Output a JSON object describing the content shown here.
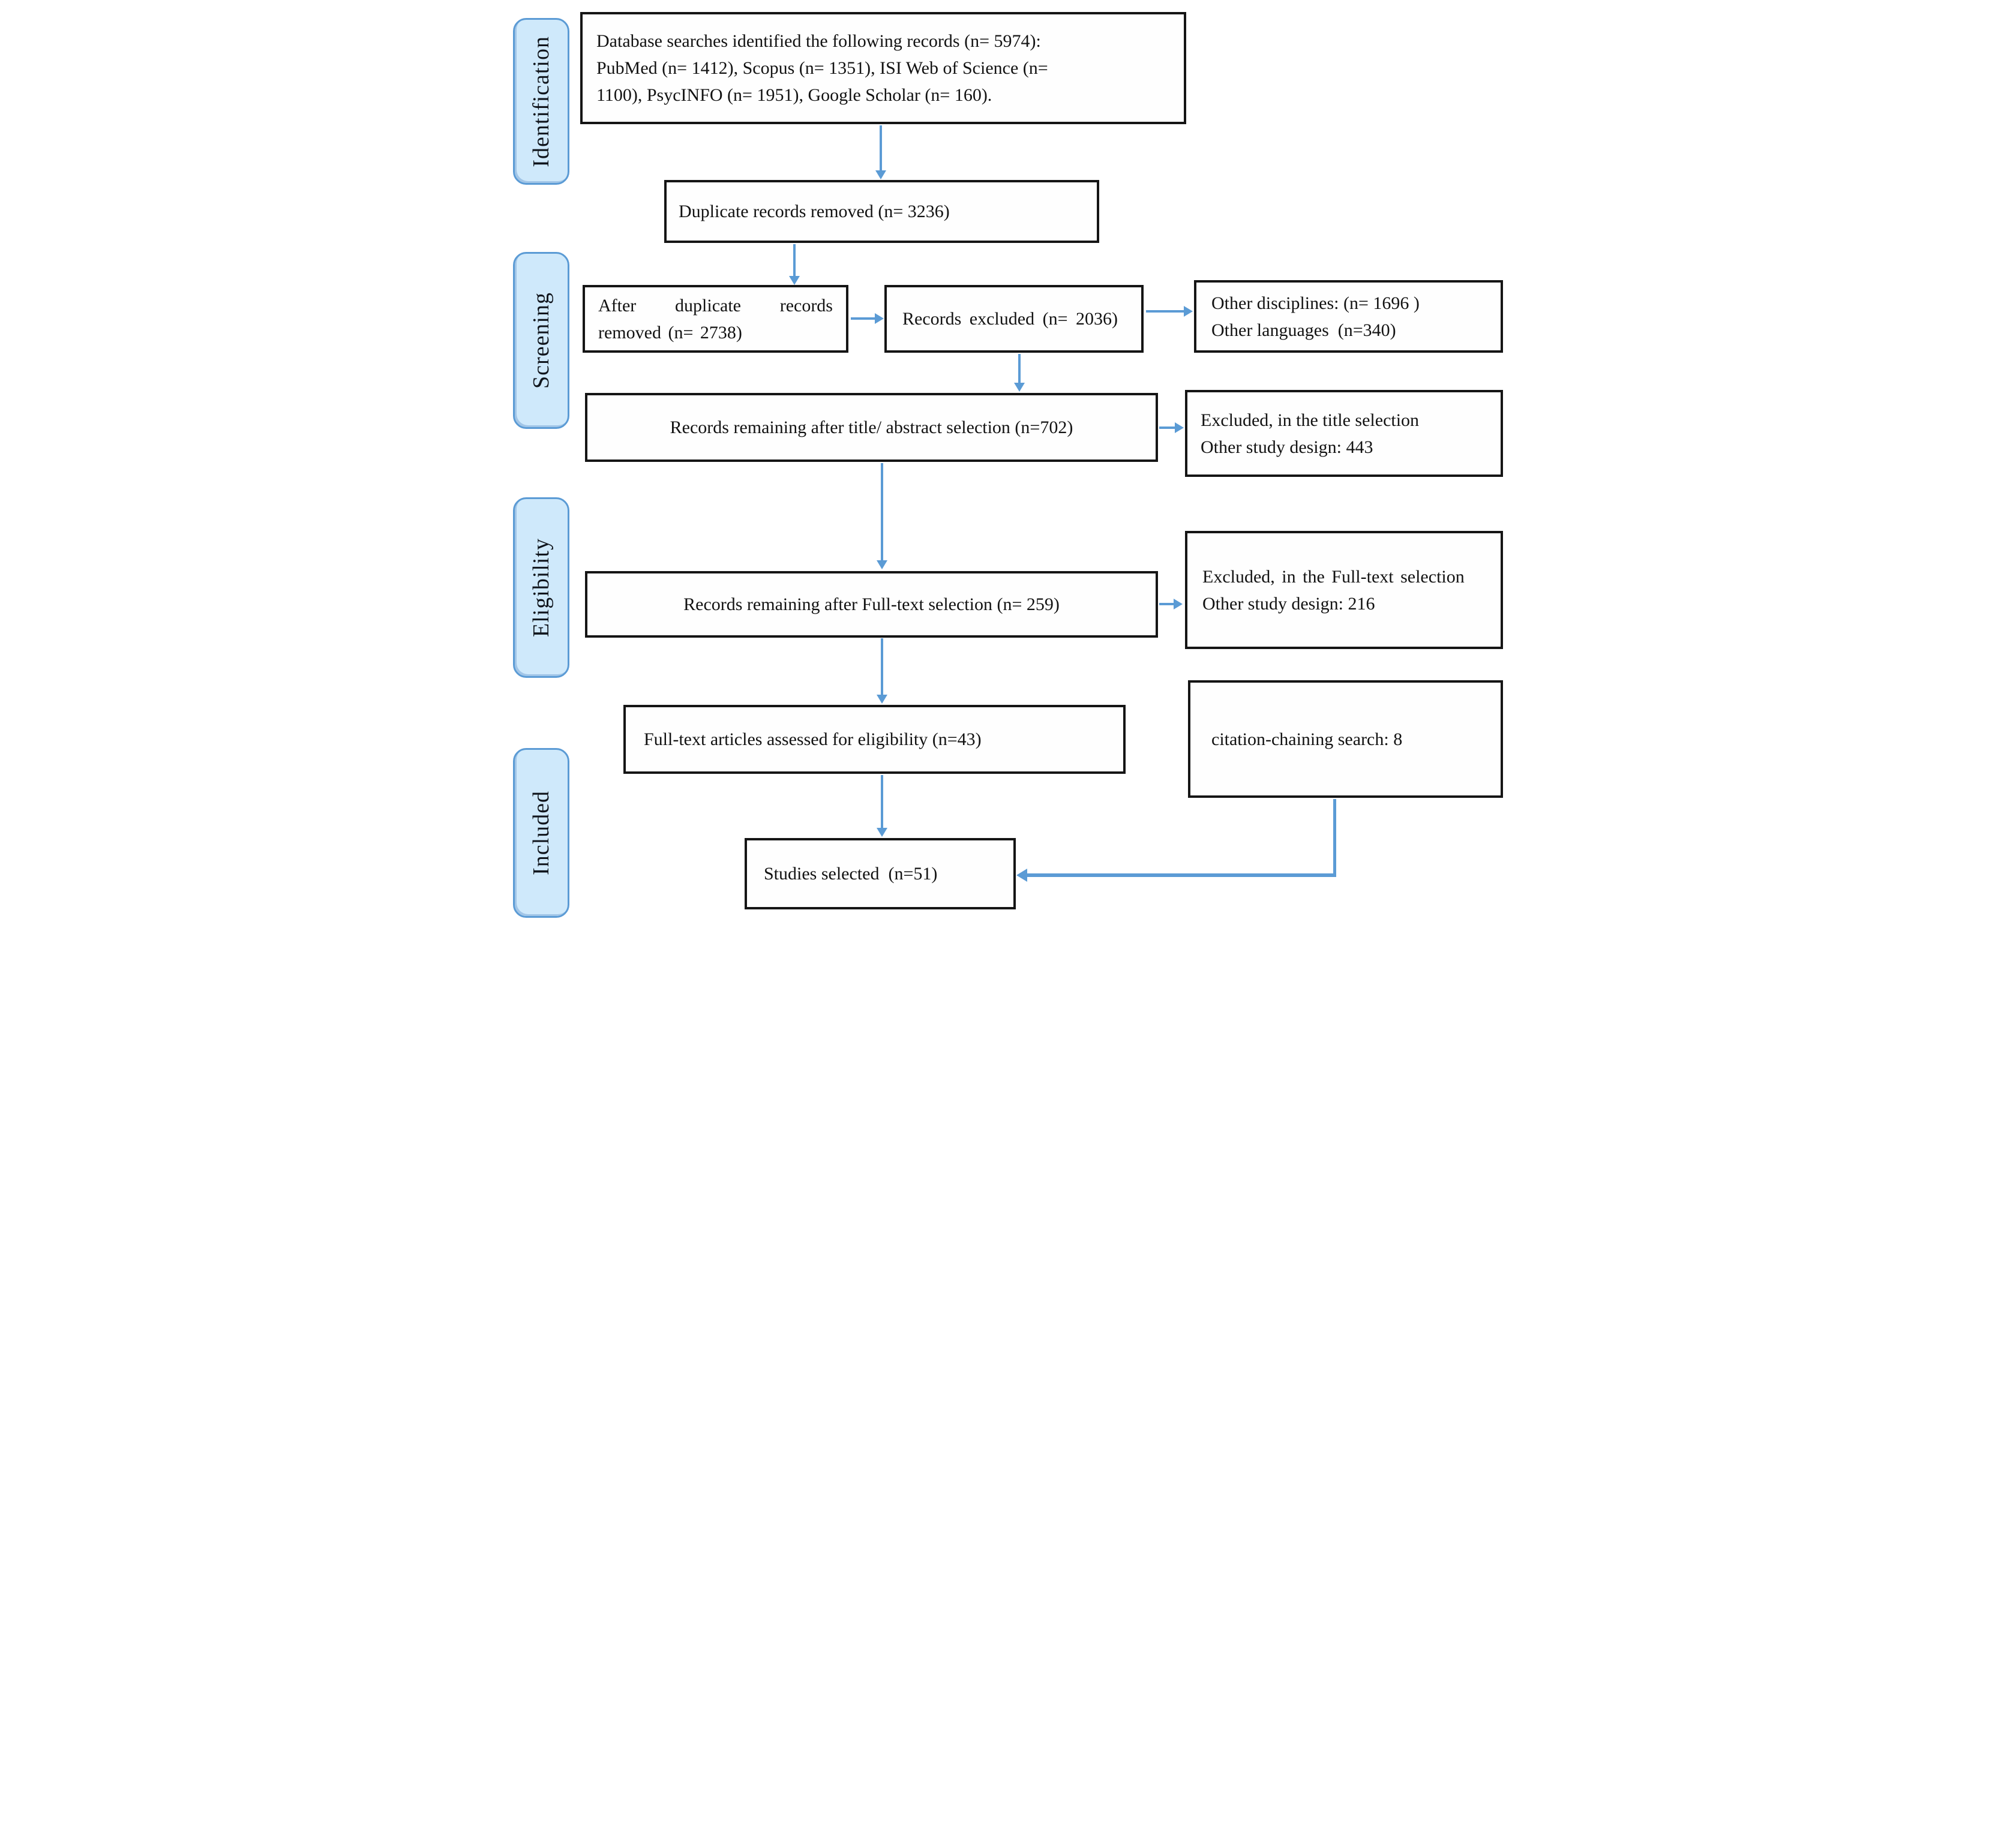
{
  "diagram": {
    "title": "PRISMA study selection flow diagram",
    "stages": {
      "identification": "Identification",
      "screening": "Screening",
      "eligibility": "Eligibility",
      "included": "Included"
    },
    "boxes": {
      "database_search": "Database searches identified the following records (n= 5974):\nPubMed (n= 1412), Scopus (n= 1351), ISI Web of Science (n=\n1100), PsycINFO (n= 1951), Google Scholar (n= 160).",
      "duplicates_removed": "Duplicate records removed (n= 3236)",
      "after_duplicates": "After duplicate records removed (n= 2738)",
      "records_excluded": "Records excluded (n= 2036)",
      "exclusion_reasons": "Other disciplines: (n= 1696 )\nOther languages  (n=340)",
      "title_abstract": "Records remaining after title/ abstract selection (n=702)",
      "excluded_title": "Excluded, in the title selection\nOther study design: 443",
      "fulltext_selection": "Records remaining after Full-text selection (n= 259)",
      "excluded_fulltext_line1": "Excluded, in the Full-text selection",
      "excluded_fulltext_line2": "Other study design: 216",
      "fulltext_assessed": "Full-text articles assessed for eligibility (n=43)",
      "citation_chaining": "citation-chaining search: 8",
      "studies_selected": "Studies selected  (n=51)"
    },
    "colors": {
      "arrow": "#5b9bd5",
      "stage_fill": "#cfe9fb",
      "stage_border": "#5b9bd5",
      "box_border": "#151515"
    }
  }
}
